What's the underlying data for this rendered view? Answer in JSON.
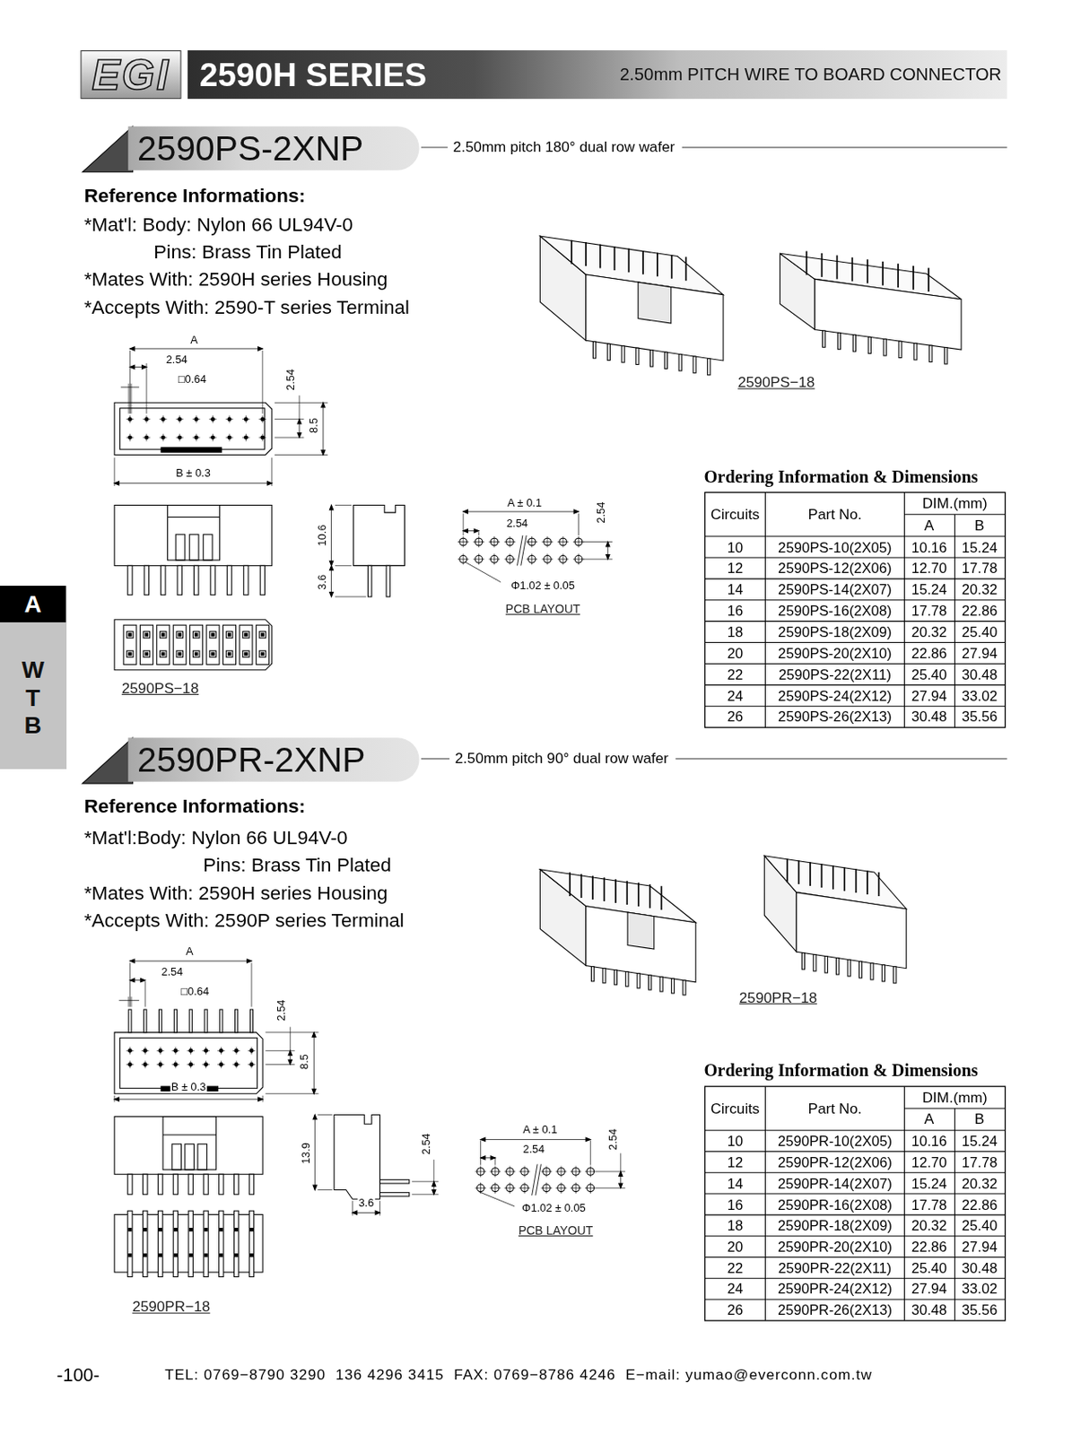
{
  "diagram": {
    "title": "2590H SERIES",
    "nodes": [
      {
        "text": [
          "EGI"
        ]
      },
      {
        "text": [
          "2.50mm PITCH WIRE TO BOARD CONNECTOR"
        ]
      },
      {
        "text": [
          "2590PS-2XNP"
        ]
      },
      {
        "text": [
          "A"
        ]
      },
      {
        "text": [
          "W T B"
        ]
      },
      {
        "text": [
          "2590PR-2XNP"
        ]
      }
    ],
    "labels": [
      "2.50mm pitch 180° dual row wafer",
      "Reference Informations:",
      "*Mat'l: Body: Nylon 66 UL94V-0",
      "Pins: Brass Tin Plated",
      "*Mates With: 2590H series Housing",
      "*Accepts With: 2590-T series Terminal",
      "A",
      "2.54",
      "□0.64",
      "2.54",
      "8.5",
      "B ± 0.3",
      "10.6",
      "3.6",
      "2590PS−18",
      "2590PS−18",
      "A ± 0.1",
      "2.54",
      "2.54",
      "Φ1.02 ± 0.05",
      "PCB LAYOUT",
      "Ordering Information & Dimensions",
      "Circuits",
      "Part No.",
      "DIM.(mm)",
      "A",
      "B",
      "10",
      "2590PS-10(2X05)",
      "10.16",
      "15.24",
      "12",
      "2590PS-12(2X06)",
      "12.70",
      "17.78",
      "14",
      "2590PS-14(2X07)",
      "15.24",
      "20.32",
      "16",
      "2590PS-16(2X08)",
      "17.78",
      "22.86",
      "18",
      "2590PS-18(2X09)",
      "20.32",
      "25.40",
      "20",
      "2590PS-20(2X10)",
      "22.86",
      "27.94",
      "22",
      "2590PS-22(2X11)",
      "25.40",
      "30.48",
      "24",
      "2590PS-24(2X12)",
      "27.94",
      "33.02",
      "26",
      "2590PS-26(2X13)",
      "30.48",
      "35.56",
      "2.50mm pitch 90° dual row wafer",
      "Reference Informations:",
      "*Mat'l:Body: Nylon 66 UL94V-0",
      "Pins: Brass Tin Plated",
      "*Mates With: 2590H series Housing",
      "*Accepts With: 2590P series Terminal",
      "A",
      "2.54",
      "□0.64",
      "2.54",
      "8.5",
      "B ± 0.3",
      "13.9",
      "2.54",
      "3.6",
      "2590PR−18",
      "2590PR−18",
      "A ± 0.1",
      "2.54",
      "2.54",
      "Φ1.02 ± 0.05",
      "PCB LAYOUT",
      "Ordering Information & Dimensions",
      "Circuits",
      "Part No.",
      "DIM.(mm)",
      "A",
      "B",
      "10",
      "2590PR-10(2X05)",
      "10.16",
      "15.24",
      "12",
      "2590PR-12(2X06)",
      "12.70",
      "17.78",
      "14",
      "2590PR-14(2X07)",
      "15.24",
      "20.32",
      "16",
      "2590PR-16(2X08)",
      "17.78",
      "22.86",
      "18",
      "2590PR-18(2X09)",
      "20.32",
      "25.40",
      "20",
      "2590PR-20(2X10)",
      "22.86",
      "27.94",
      "22",
      "2590PR-22(2X11)",
      "25.40",
      "30.48",
      "24",
      "2590PR-24(2X12)",
      "27.94",
      "33.02",
      "26",
      "2590PR-26(2X13)",
      "30.48",
      "35.56",
      "-100-",
      "TEL: 0769−8790 3290  136 4296 3415  FAX: 0769−8786 4246  E−mail: yumao@everconn.com.tw"
    ]
  }
}
